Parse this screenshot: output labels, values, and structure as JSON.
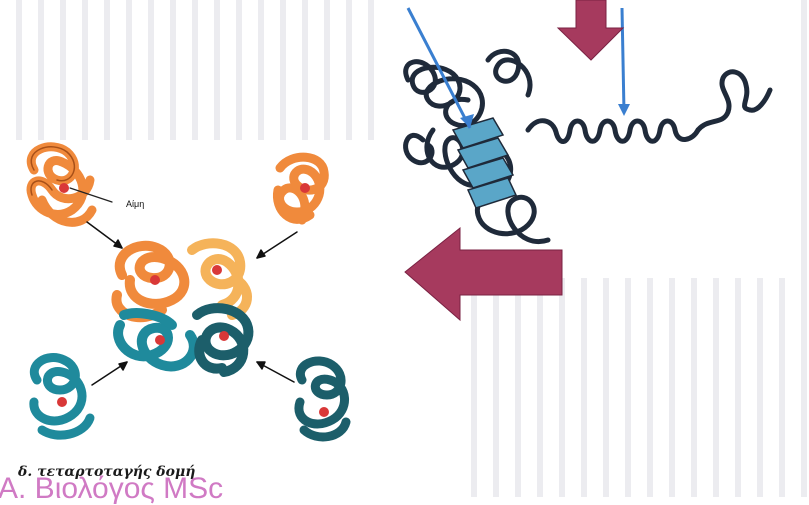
{
  "figure": {
    "heme_label": "Αίμη",
    "caption": "δ. τεταρτοταγής δομή",
    "watermark": "Α. Βιολόγος MSc"
  },
  "colors": {
    "orange_subunit": "#f08a3c",
    "teal_subunit": "#1f8a9c",
    "dark_teal_subunit": "#1c5e6a",
    "heme": "#d93838",
    "chain": "#1f2a3a",
    "blue_pointer": "#3a7fd0",
    "big_arrow": "#a63a5e"
  },
  "icons": [
    "arrow-down-icon",
    "arrow-left-icon"
  ]
}
